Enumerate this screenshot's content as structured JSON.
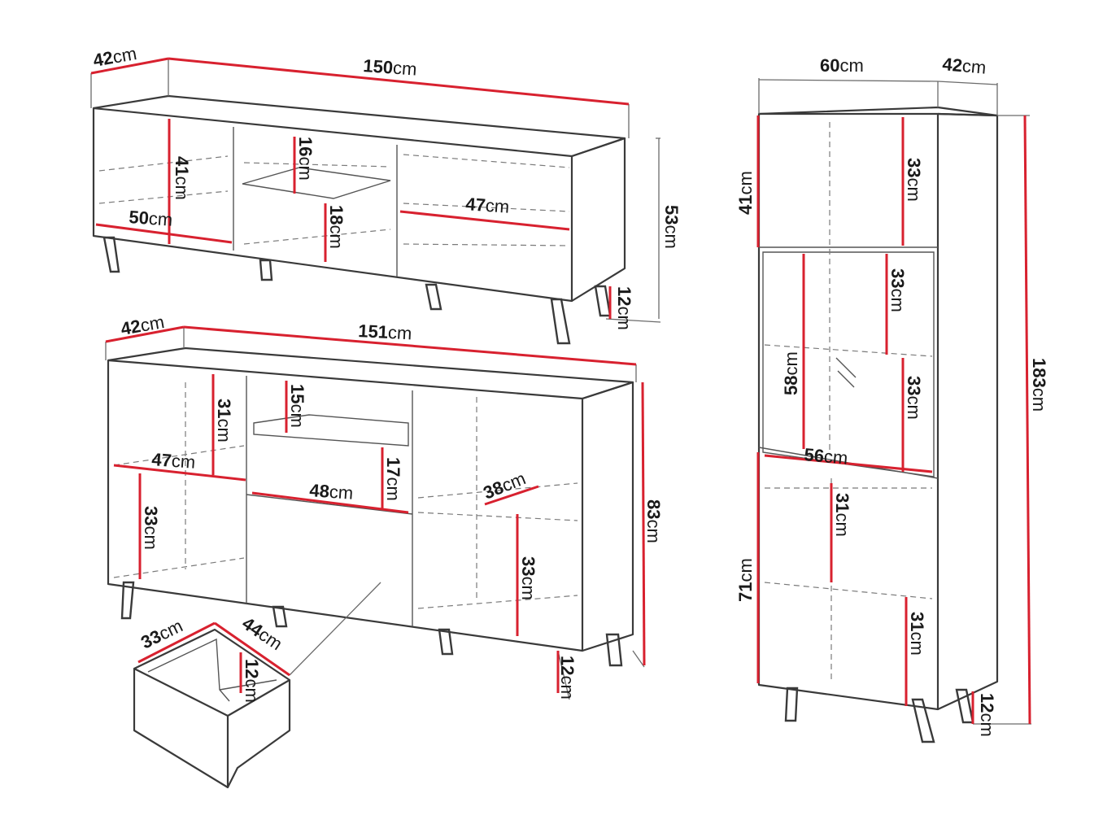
{
  "tv_unit": {
    "depth": "42",
    "width": "150",
    "height": "53",
    "leg_height": "12",
    "compartment_height": "41",
    "compartment_width": "50",
    "shelf_upper": "16",
    "shelf_lower": "18",
    "shelf_width": "47"
  },
  "sideboard": {
    "depth": "42",
    "width": "151",
    "height": "83",
    "leg_height": "12",
    "left_upper": "31",
    "left_width": "47",
    "left_lower": "33",
    "middle_top": "15",
    "middle_lower": "17",
    "middle_width": "48",
    "right_depth": "38",
    "right_lower": "33"
  },
  "drawer": {
    "width": "33",
    "depth": "44",
    "height": "12"
  },
  "cabinet": {
    "width": "60",
    "depth": "42",
    "height": "183",
    "leg_height": "12",
    "top_section": "41",
    "top_shelf": "33",
    "glass_section": "58",
    "glass_upper": "33",
    "glass_lower": "33",
    "inner_width": "56",
    "bottom_section": "71",
    "bottom_upper": "31",
    "bottom_lower": "31"
  },
  "unit": "cm"
}
